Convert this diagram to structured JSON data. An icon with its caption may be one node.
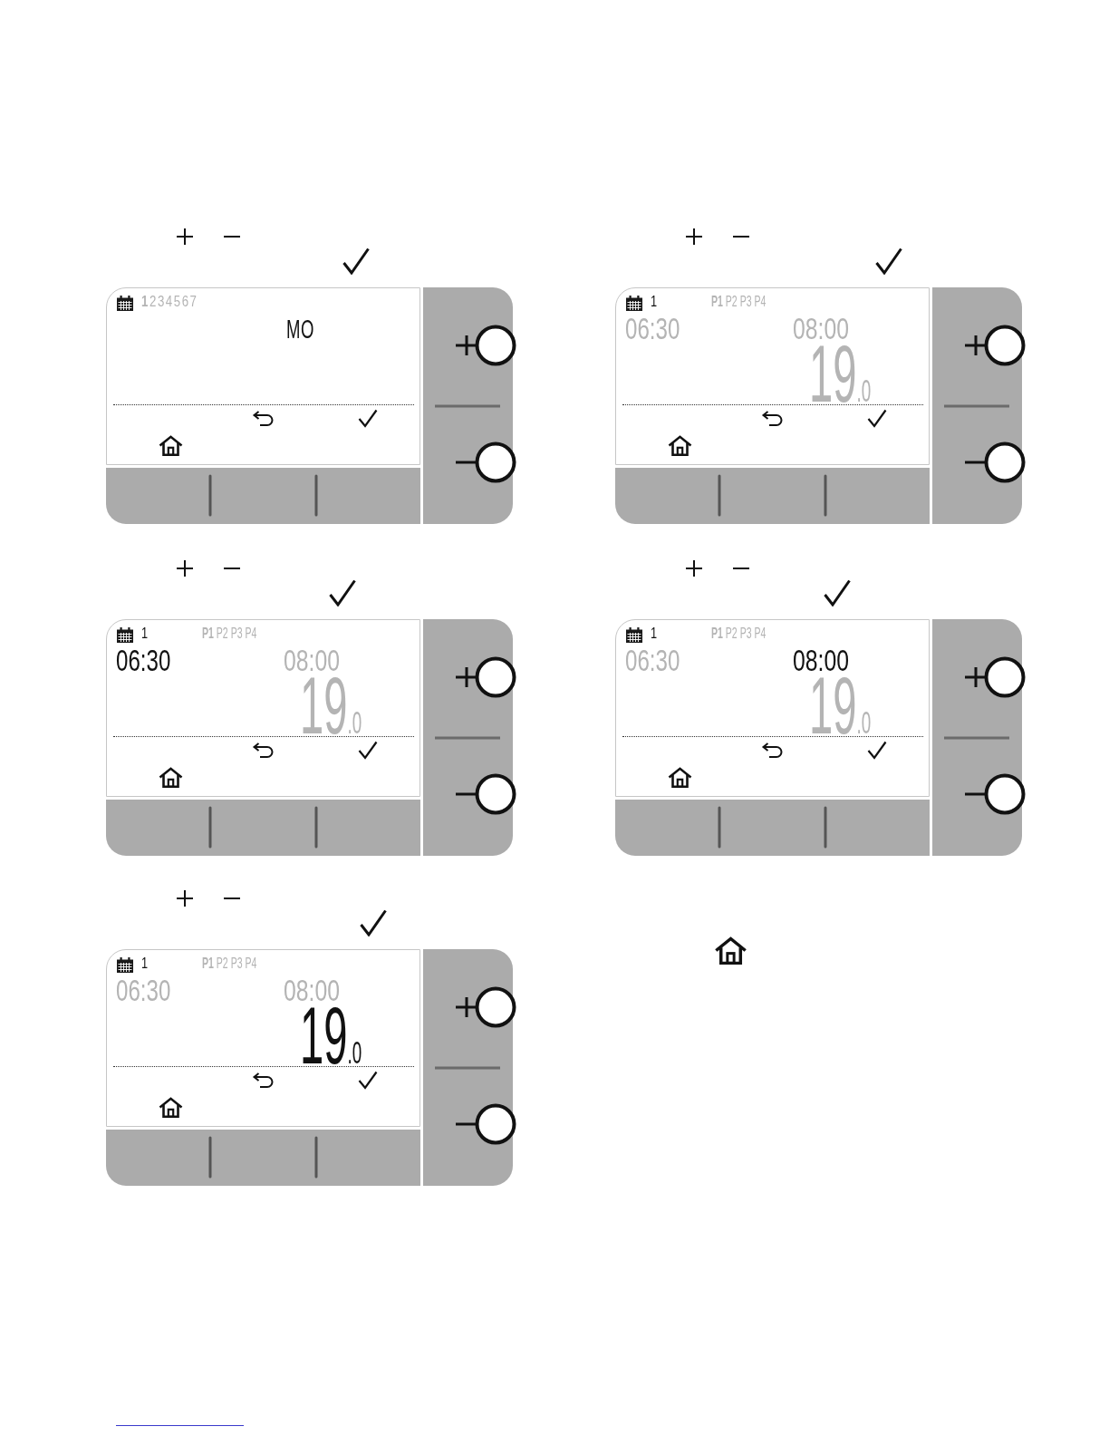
{
  "diagram": {
    "nodes": [
      {
        "text": [
          "**1**234567",
          "MO"
        ]
      },
      {
        "text": [
          "1",
          "**P1** P2 P3 P4",
          "06:30",
          "08:00",
          "19$_{.0}$"
        ]
      },
      {
        "text": [
          "1",
          "**P1** P2 P3 P4",
          "06:30",
          "08:00",
          "19$_{.0}$"
        ]
      },
      {
        "text": [
          "1",
          "**P1** P2 P3 P4",
          "06:30",
          "08:00",
          "19$_{.0}$"
        ]
      },
      {
        "text": [
          "1",
          "**P1** P2 P3 P4",
          "06:30",
          "08:00",
          "19$_{.0}$"
        ]
      }
    ]
  }
}
